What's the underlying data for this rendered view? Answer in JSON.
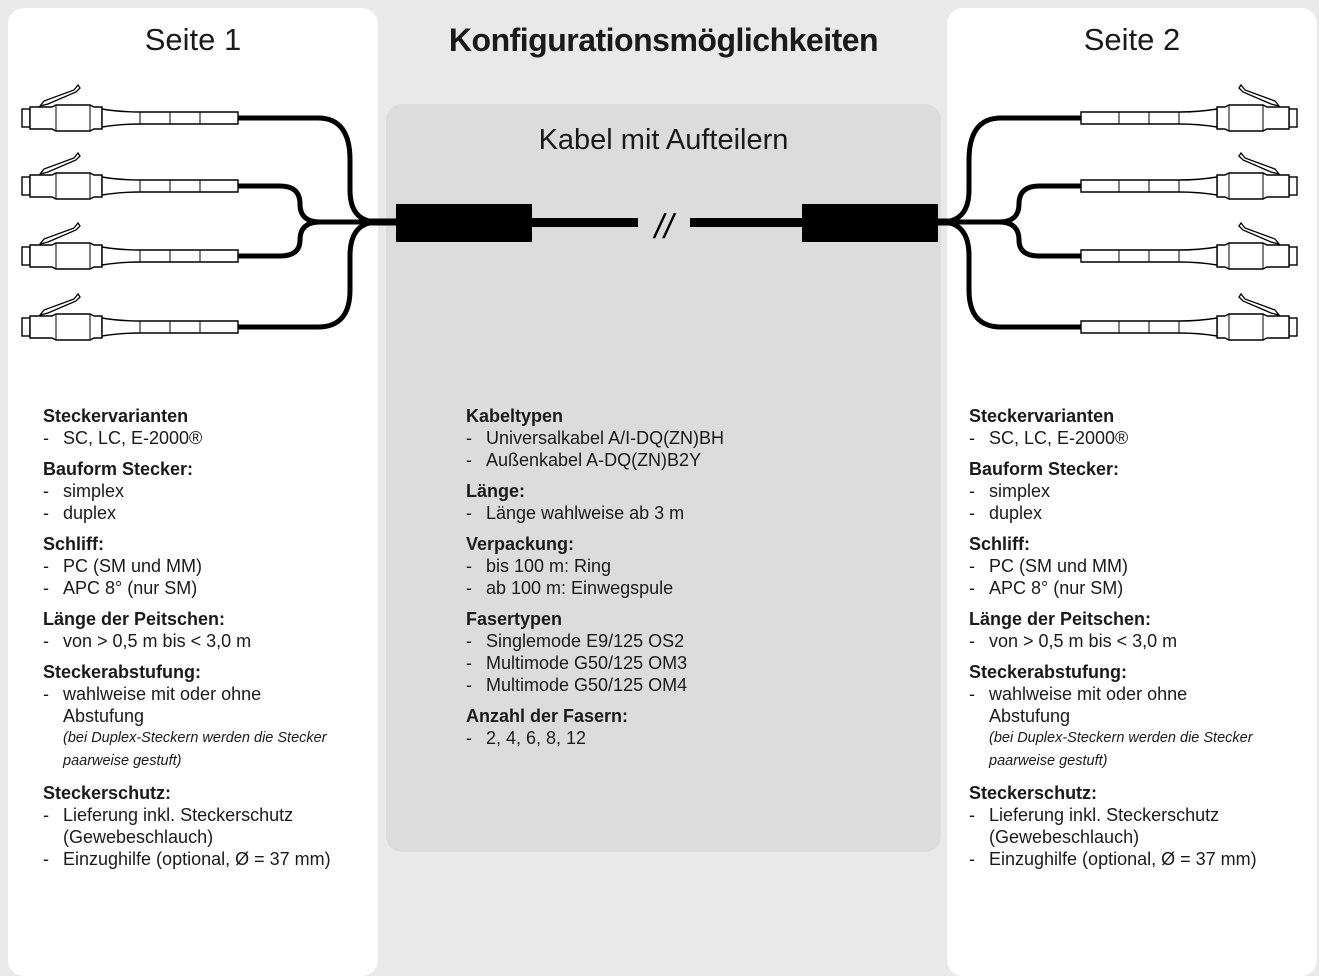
{
  "title": "Konfigurationsmöglichkeiten",
  "side_left": {
    "title": "Seite 1"
  },
  "side_right": {
    "title": "Seite 2"
  },
  "center": {
    "title": "Kabel mit Aufteilern",
    "break_mark": "//",
    "specs": {
      "kabeltypen": {
        "heading": "Kabeltypen",
        "items": [
          "Universalkabel A/I-DQ(ZN)BH",
          "Außenkabel A-DQ(ZN)B2Y"
        ]
      },
      "laenge": {
        "heading": "Länge:",
        "items": [
          "Länge wahlweise ab 3 m"
        ]
      },
      "verpackung": {
        "heading": "Verpackung:",
        "items": [
          "bis 100 m: Ring",
          "ab 100 m: Einwegspule"
        ]
      },
      "fasertypen": {
        "heading": "Fasertypen",
        "items": [
          "Singlemode E9/125 OS2",
          "Multimode G50/125 OM3",
          "Multimode G50/125 OM4"
        ]
      },
      "anzahl": {
        "heading": "Anzahl der Fasern:",
        "items": [
          "2, 4, 6, 8, 12"
        ]
      }
    }
  },
  "side_specs": {
    "steckervarianten": {
      "heading": "Steckervarianten",
      "items": [
        "SC, LC, E-2000®"
      ]
    },
    "bauform": {
      "heading": "Bauform Stecker:",
      "items": [
        "simplex",
        "duplex"
      ]
    },
    "schliff": {
      "heading": "Schliff:",
      "items": [
        "PC (SM und MM)",
        "APC 8° (nur SM)"
      ]
    },
    "peitschen": {
      "heading": "Länge der Peitschen:",
      "items": [
        "von > 0,5 m bis < 3,0 m"
      ]
    },
    "abstufung": {
      "heading": "Steckerabstufung:",
      "items": [
        "wahlweise mit oder ohne Abstufung"
      ],
      "note": "(bei Duplex-Steckern werden die Stecker paarweise gestuft)"
    },
    "schutz": {
      "heading": "Steckerschutz:",
      "items": [
        "Lieferung inkl. Steckerschutz (Gewebeschlauch)",
        "Einzughilfe (optional, Ø = 37 mm)"
      ]
    }
  },
  "colors": {
    "background": "#e9e9e9",
    "panel": "#ffffff",
    "center_panel": "#dcdcdc",
    "cable": "#000000"
  }
}
